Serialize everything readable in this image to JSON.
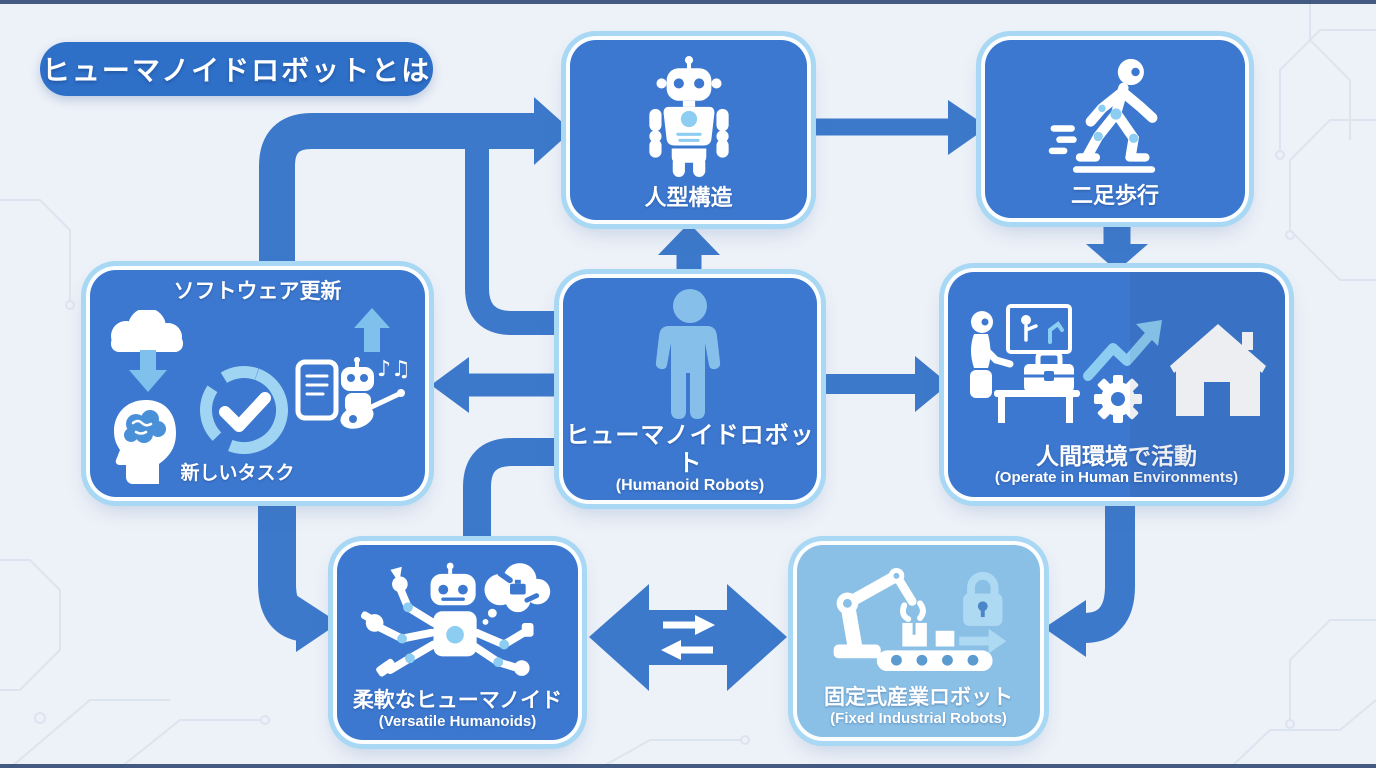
{
  "title": {
    "label": "ヒューマノイドロボットとは"
  },
  "nodes": {
    "humanoid_structure": {
      "label": "人型構造",
      "icon": "humanoid-robot-icon"
    },
    "bipedal_walking": {
      "label": "二足歩行",
      "icon": "walking-robot-icon"
    },
    "software_update": {
      "label": "ソフトウェア更新",
      "caption": "新しいタスク",
      "icons": [
        "cloud-download-icon",
        "brain-head-icon",
        "progress-check-icon",
        "upload-arrow-icon",
        "tablet-icon",
        "robot-guitar-icon",
        "music-notes-icon"
      ]
    },
    "humanoid_robots": {
      "label": "ヒューマノイドロボット",
      "sublabel": "(Humanoid Robots)",
      "icon": "person-icon"
    },
    "human_environments": {
      "label": "人間環境で活動",
      "sublabel": "(Operate in Human Environments)",
      "icons": [
        "robot-desk-icon",
        "whiteboard-icon",
        "toolbox-icon",
        "growth-arrow-icon",
        "gear-icon",
        "house-icon"
      ]
    },
    "versatile_humanoids": {
      "label": "柔軟なヒューマノイド",
      "sublabel": "(Versatile Humanoids)",
      "icon": "multi-arm-robot-icon"
    },
    "fixed_industrial": {
      "label": "固定式産業ロボット",
      "sublabel": "(Fixed Industrial Robots)",
      "icons": [
        "robot-arm-icon",
        "conveyor-icon",
        "lock-icon",
        "transfer-arrow-icon"
      ]
    }
  },
  "glyphs": {
    "music_notes": "♪♫"
  },
  "edges": [
    {
      "from": "software_update",
      "to": "humanoid_structure"
    },
    {
      "from": "humanoid_robots",
      "to": "humanoid_structure"
    },
    {
      "from": "humanoid_structure",
      "to": "bipedal_walking"
    },
    {
      "from": "bipedal_walking",
      "to": "human_environments"
    },
    {
      "from": "humanoid_robots",
      "to": "human_environments"
    },
    {
      "from": "humanoid_robots",
      "to": "software_update"
    },
    {
      "from": "humanoid_robots",
      "to": "versatile_humanoids"
    },
    {
      "from": "software_update",
      "to": "versatile_humanoids"
    },
    {
      "from": "human_environments",
      "to": "fixed_industrial"
    },
    {
      "from": "versatile_humanoids",
      "to": "fixed_industrial",
      "bidirectional": true
    }
  ],
  "colors": {
    "background": "#edf1f8",
    "node_fill": "#3c78cf",
    "node_fill_light": "#8ac0e6",
    "title_fill": "#2e70c8",
    "border_ring": "#a8d8f3",
    "arrow": "#3d79cb",
    "icon_accent": "#8ecdf2",
    "text": "#ffffff"
  }
}
